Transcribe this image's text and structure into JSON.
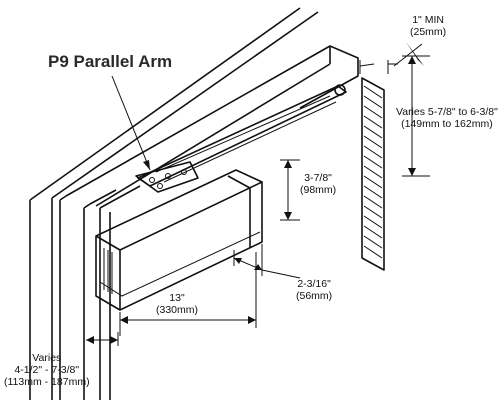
{
  "title": "P9 Parallel Arm",
  "dimensions": {
    "min_clearance": {
      "imperial": "1\" MIN",
      "metric": "(25mm)"
    },
    "arm_varies": {
      "imperial": "Varies 5-7/8\" to 6-3/8\"",
      "metric": "(149mm to 162mm)"
    },
    "height": {
      "imperial": "3-7/8\"",
      "metric": "(98mm)"
    },
    "depth": {
      "imperial": "2-3/16\"",
      "metric": "(56mm)"
    },
    "length": {
      "imperial": "13\"",
      "metric": "(330mm)"
    },
    "offset_varies": {
      "line1": "Varies",
      "line2": "4-1/2\" - 7-3/8\"",
      "metric": "(113mm - 187mm)"
    }
  }
}
